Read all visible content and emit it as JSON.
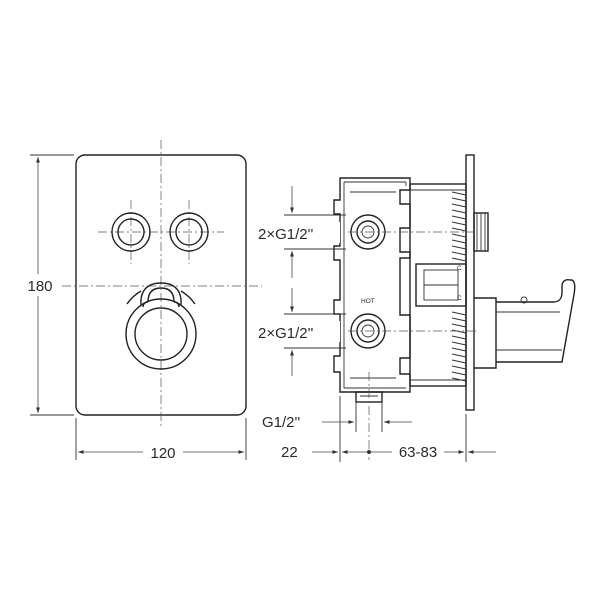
{
  "front_view": {
    "height_label": "180",
    "width_label": "120"
  },
  "side_view": {
    "upper_connection_label": "2×G1/2''",
    "lower_connection_label": "2×G1/2''",
    "outlet_label": "G1/2''",
    "hot_marking": "HOT",
    "depth_label": "22",
    "wall_range_label": "63-83"
  },
  "colors": {
    "line": "#222222",
    "background": "#ffffff"
  }
}
